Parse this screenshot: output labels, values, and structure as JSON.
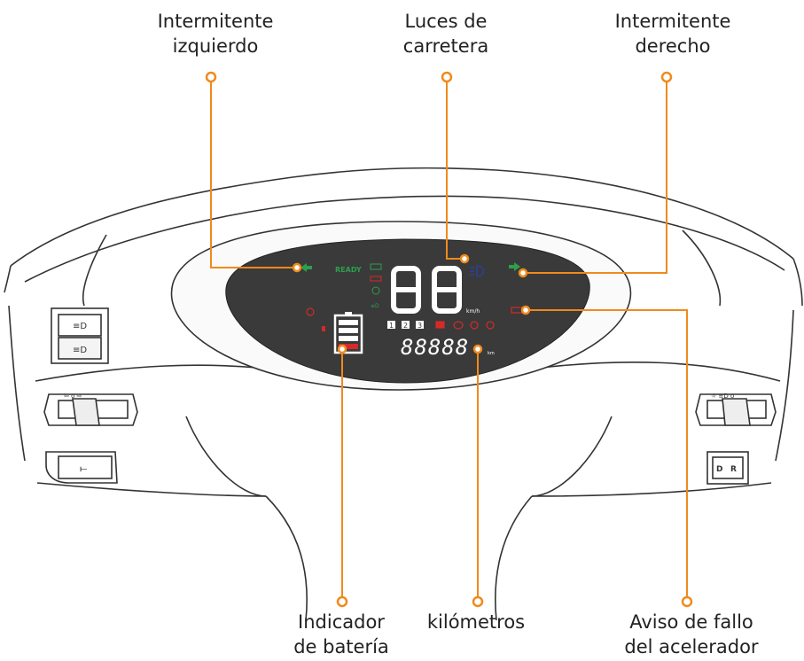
{
  "callouts": {
    "left_turn": {
      "line1": "Intermitente",
      "line2": "izquierdo"
    },
    "high_beam": {
      "line1": "Luces de",
      "line2": "carretera"
    },
    "right_turn": {
      "line1": "Intermitente",
      "line2": "derecho"
    },
    "battery": {
      "line1": "Indicador",
      "line2": "de batería"
    },
    "km": {
      "line1": "kilómetros"
    },
    "throttle": {
      "line1": "Aviso de fallo",
      "line2": "del acelerador"
    }
  },
  "display": {
    "ready": "READY",
    "speed_digits": "88",
    "speed_unit": "km/h",
    "odometer_digits": "88888",
    "odometer_unit": "km",
    "gears": [
      "1",
      "2",
      "3"
    ]
  },
  "switches": {
    "drive_switch_d": "D",
    "drive_switch_r": "R"
  },
  "colors": {
    "callout": "#f08a1c",
    "panel": "#3a3a3a",
    "green": "#2e9e4c",
    "red": "#d42a2a",
    "blue": "#2c3f9a",
    "lcd": "#ffffff"
  }
}
